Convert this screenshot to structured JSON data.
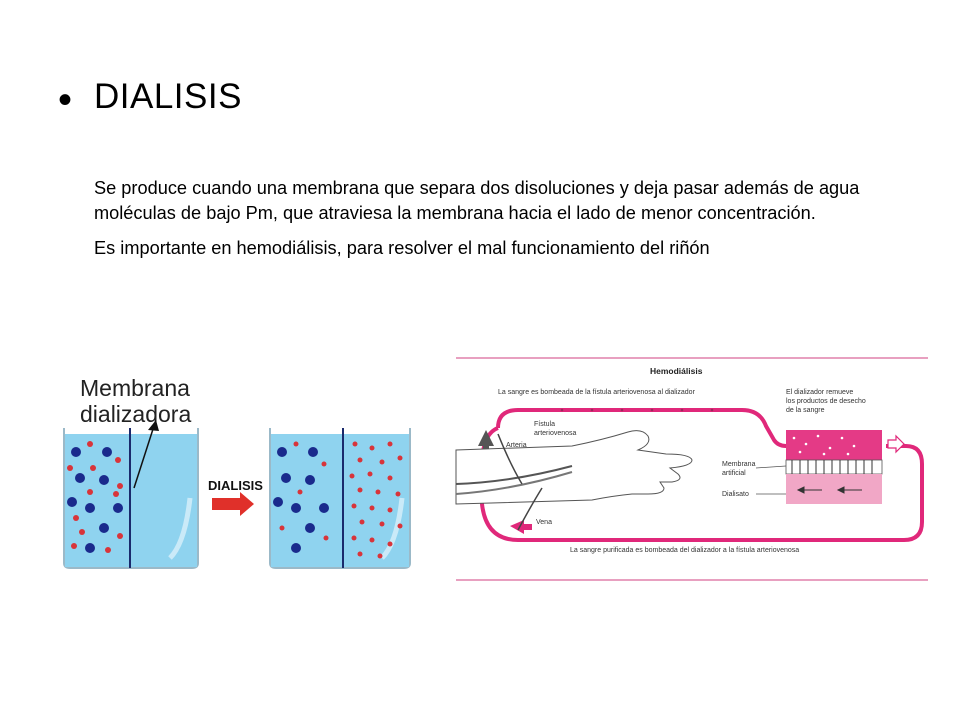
{
  "slide": {
    "title": "DIALISIS",
    "paragraphs": [
      "Se produce cuando una membrana que separa dos disoluciones y deja pasar además de agua moléculas de bajo Pm, que atraviesa la membrana hacia el lado de menor concentración.",
      "Es importante en hemodiálisis, para resolver el mal funcionamiento del riñón"
    ]
  },
  "left_figure": {
    "label_line1": "Membrana",
    "label_line2": "dializadora",
    "arrow_label": "DIALISIS",
    "colors": {
      "water": "#8fd3ef",
      "big_particle": "#1a2a8c",
      "small_particle": "#d8343a",
      "arrow": "#e0302a"
    }
  },
  "right_figure": {
    "title": "Hemodiálisis",
    "top_caption": "La sangre es bombeada de la fístula arteriovenosa al dializador",
    "right_caption_line1": "El dializador remueve",
    "right_caption_line2": "los productos de desecho",
    "right_caption_line3": "de la sangre",
    "label_fistula_1": "Fístula",
    "label_fistula_2": "arteriovenosa",
    "label_arteria": "Arteria",
    "label_vena": "Vena",
    "label_membrana_1": "Membrana",
    "label_membrana_2": "artificial",
    "label_dialisato": "Dialisato",
    "bottom_caption": "La sangre purificada es bombeada del dializador a la fístula arteriovenosa",
    "colors": {
      "tube": "#e0287a",
      "dialyzer": "#e43a86",
      "dialysate": "#f1a7c6",
      "rule": "#e8a0c0"
    }
  }
}
